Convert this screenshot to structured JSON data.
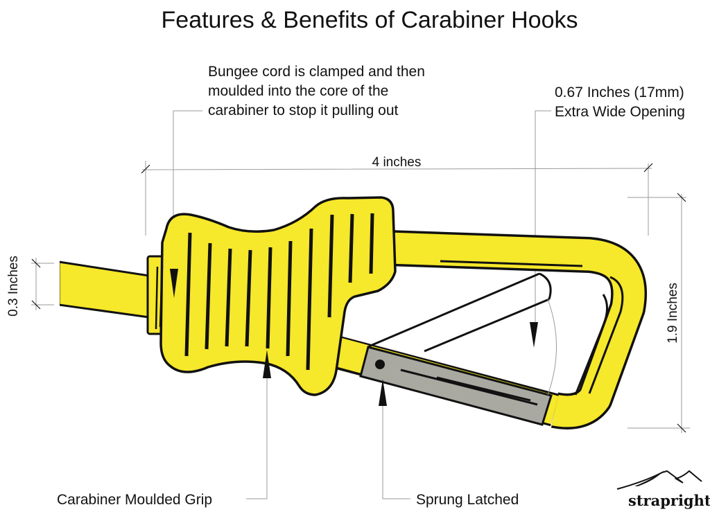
{
  "title": "Features & Benefits of Carabiner Hooks",
  "callouts": {
    "bungee": [
      "Bungee cord is clamped and then",
      "moulded into the core of the",
      "carabiner to stop it pulling out"
    ],
    "opening": [
      "0.67 Inches (17mm)",
      "Extra Wide Opening"
    ],
    "grip": "Carabiner Moulded Grip",
    "latch": "Sprung Latched"
  },
  "dimensions": {
    "length": "4 inches",
    "height": "1.9 Inches",
    "cord": "0.3 Inches"
  },
  "brand": {
    "logo_text": "strapright"
  },
  "colors": {
    "body": "#f6e82a",
    "gate": "#a9a9a2",
    "outline": "#111111"
  }
}
